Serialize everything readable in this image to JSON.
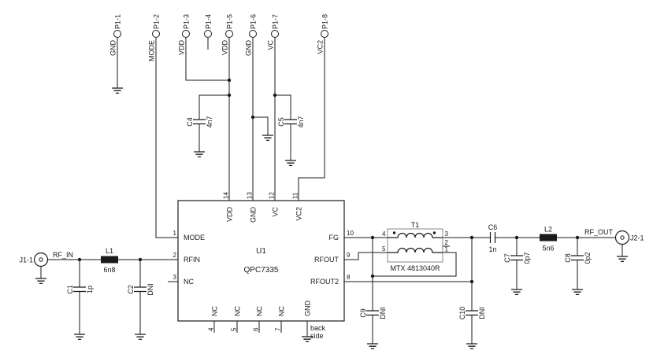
{
  "p1": {
    "pins": [
      {
        "label": "P1-1",
        "net": "GND"
      },
      {
        "label": "P1-2",
        "net": "MODE"
      },
      {
        "label": "P1-3",
        "net": "VDD"
      },
      {
        "label": "P1-4"
      },
      {
        "label": "P1-5",
        "net": "VDD"
      },
      {
        "label": "P1-6",
        "net": "GND"
      },
      {
        "label": "P1-7",
        "net": "VC"
      },
      {
        "label": "P1-8",
        "net": "VC2"
      }
    ]
  },
  "rf_input": {
    "connector": "J1-1",
    "net": "RF_IN"
  },
  "rf_output": {
    "connector": "J2-1",
    "net": "RF_OUT"
  },
  "u1": {
    "ref": "U1",
    "part": "QPC7335",
    "left": [
      {
        "num": "1",
        "name": "MODE"
      },
      {
        "num": "2",
        "name": "RFIN"
      },
      {
        "num": "3",
        "name": "NC"
      }
    ],
    "top": [
      {
        "num": "14",
        "name": "VDD"
      },
      {
        "num": "13",
        "name": "GND"
      },
      {
        "num": "12",
        "name": "VC"
      },
      {
        "num": "11",
        "name": "VC2"
      }
    ],
    "right": [
      {
        "num": "10",
        "name": "FG"
      },
      {
        "num": "9",
        "name": "RFOUT"
      },
      {
        "num": "8",
        "name": "RFOUT2"
      }
    ],
    "bottom": [
      {
        "num": "4",
        "name": "NC"
      },
      {
        "num": "5",
        "name": "NC"
      },
      {
        "num": "6",
        "name": "NC"
      },
      {
        "num": "7",
        "name": "NC"
      }
    ],
    "pad": {
      "name": "GND",
      "note1": "back",
      "note2": "side"
    }
  },
  "t1": {
    "ref": "T1",
    "part": "MTX 4813040R",
    "pin4": "4",
    "pin5": "5",
    "pin3": "3",
    "pin2": "2",
    "pin1": "1"
  },
  "caps": {
    "c1": {
      "ref": "C1",
      "value": "1p"
    },
    "c2": {
      "ref": "C2",
      "value": "DNI"
    },
    "c4": {
      "ref": "C4",
      "value": "4n7"
    },
    "c5": {
      "ref": "C5",
      "value": "4n7"
    },
    "c6": {
      "ref": "C6",
      "value": "1n"
    },
    "c7": {
      "ref": "C7",
      "value": "0p7"
    },
    "c8": {
      "ref": "C8",
      "value": "0p2"
    },
    "c9": {
      "ref": "C9",
      "value": "DNI"
    },
    "c10": {
      "ref": "C10",
      "value": "DNI"
    }
  },
  "inductors": {
    "l1": {
      "ref": "L1",
      "value": "6n8"
    },
    "l2": {
      "ref": "L2",
      "value": "5n6"
    }
  },
  "colors": {
    "wire": "#1a1a1a",
    "component_box": "#8a8a8a",
    "background": "#ffffff"
  }
}
